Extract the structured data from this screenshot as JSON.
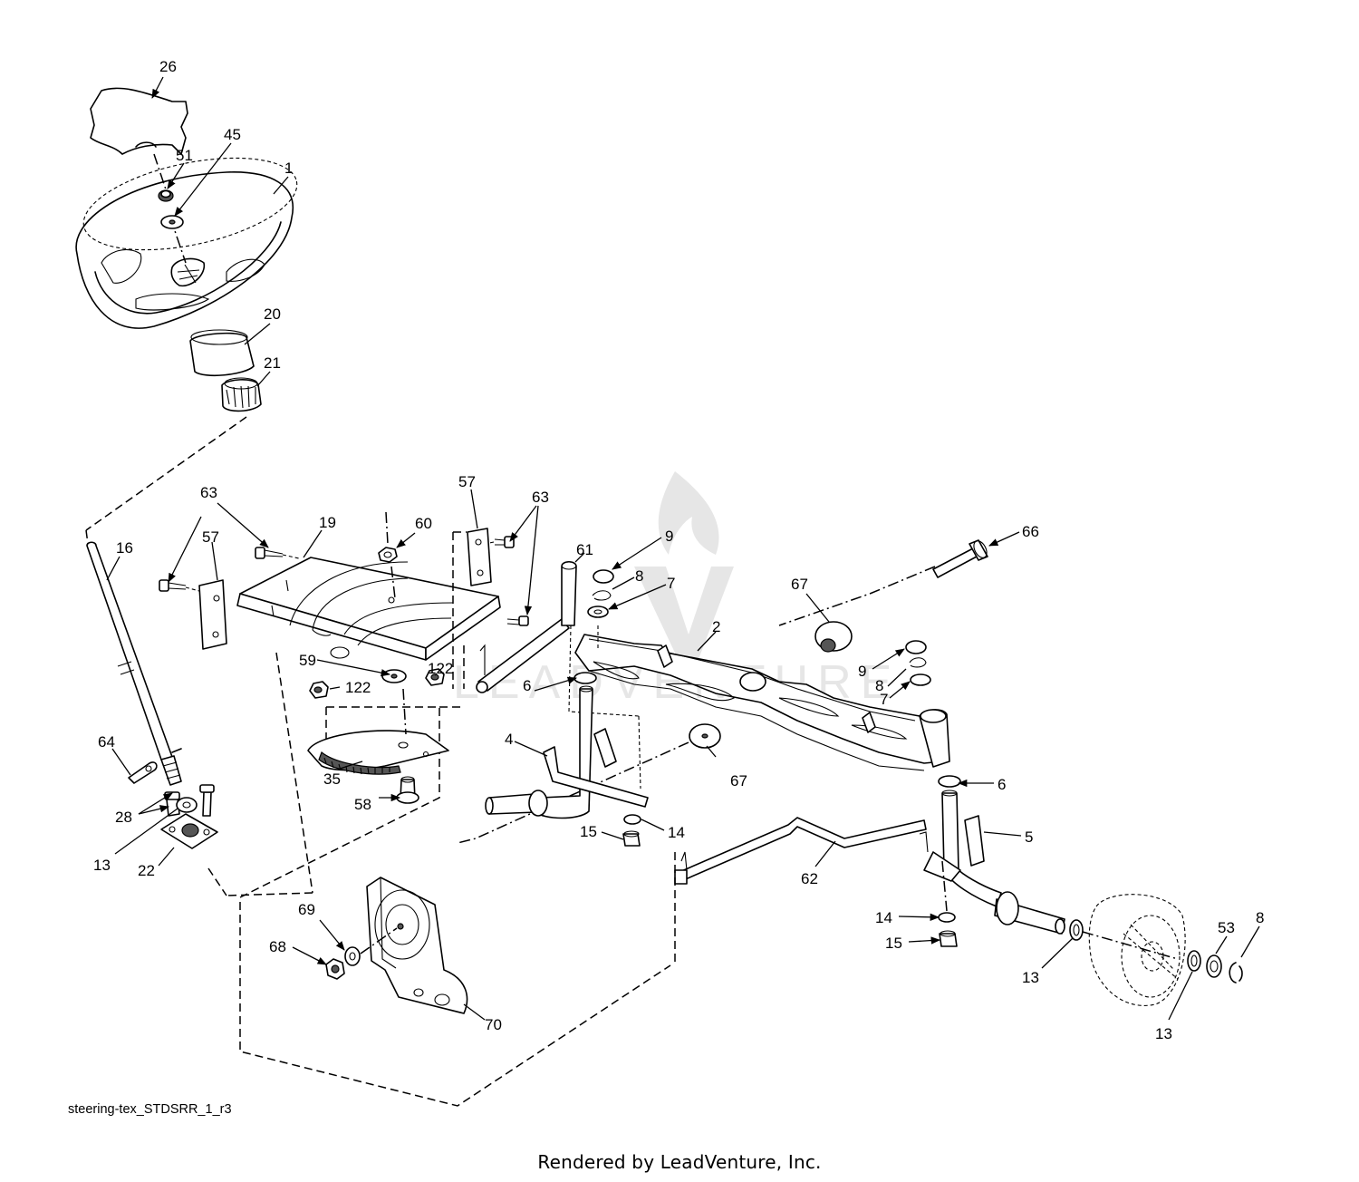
{
  "diagram": {
    "source_label": "steering-tex_STDSRR_1_r3",
    "credit": "Rendered by LeadVenture, Inc.",
    "watermark": "LEADVENTURE",
    "callouts": [
      {
        "id": "c26",
        "text": "26"
      },
      {
        "id": "c45",
        "text": "45"
      },
      {
        "id": "c51",
        "text": "51"
      },
      {
        "id": "c1",
        "text": "1"
      },
      {
        "id": "c20",
        "text": "20"
      },
      {
        "id": "c21",
        "text": "21"
      },
      {
        "id": "c16",
        "text": "16"
      },
      {
        "id": "c63a",
        "text": "63"
      },
      {
        "id": "c57a",
        "text": "57"
      },
      {
        "id": "c19",
        "text": "19"
      },
      {
        "id": "c60",
        "text": "60"
      },
      {
        "id": "c57b",
        "text": "57"
      },
      {
        "id": "c63b",
        "text": "63"
      },
      {
        "id": "c61",
        "text": "61"
      },
      {
        "id": "c9a",
        "text": "9"
      },
      {
        "id": "c8a",
        "text": "8"
      },
      {
        "id": "c7a",
        "text": "7"
      },
      {
        "id": "c66",
        "text": "66"
      },
      {
        "id": "c67a",
        "text": "67"
      },
      {
        "id": "c2",
        "text": "2"
      },
      {
        "id": "c9b",
        "text": "9"
      },
      {
        "id": "c8b",
        "text": "8"
      },
      {
        "id": "c7b",
        "text": "7"
      },
      {
        "id": "c59",
        "text": "59"
      },
      {
        "id": "c122a",
        "text": "122"
      },
      {
        "id": "c122b",
        "text": "122"
      },
      {
        "id": "c6a",
        "text": "6"
      },
      {
        "id": "c64",
        "text": "64"
      },
      {
        "id": "c35",
        "text": "35"
      },
      {
        "id": "c4",
        "text": "4"
      },
      {
        "id": "c67b",
        "text": "67"
      },
      {
        "id": "c6b",
        "text": "6"
      },
      {
        "id": "c28",
        "text": "28"
      },
      {
        "id": "c58",
        "text": "58"
      },
      {
        "id": "c15a",
        "text": "15"
      },
      {
        "id": "c14a",
        "text": "14"
      },
      {
        "id": "c5",
        "text": "5"
      },
      {
        "id": "c13a",
        "text": "13"
      },
      {
        "id": "c22",
        "text": "22"
      },
      {
        "id": "c62",
        "text": "62"
      },
      {
        "id": "c69",
        "text": "69"
      },
      {
        "id": "c68",
        "text": "68"
      },
      {
        "id": "c14b",
        "text": "14"
      },
      {
        "id": "c15b",
        "text": "15"
      },
      {
        "id": "c53",
        "text": "53"
      },
      {
        "id": "c8c",
        "text": "8"
      },
      {
        "id": "c13b",
        "text": "13"
      },
      {
        "id": "c13c",
        "text": "13"
      },
      {
        "id": "c70",
        "text": "70"
      }
    ]
  }
}
